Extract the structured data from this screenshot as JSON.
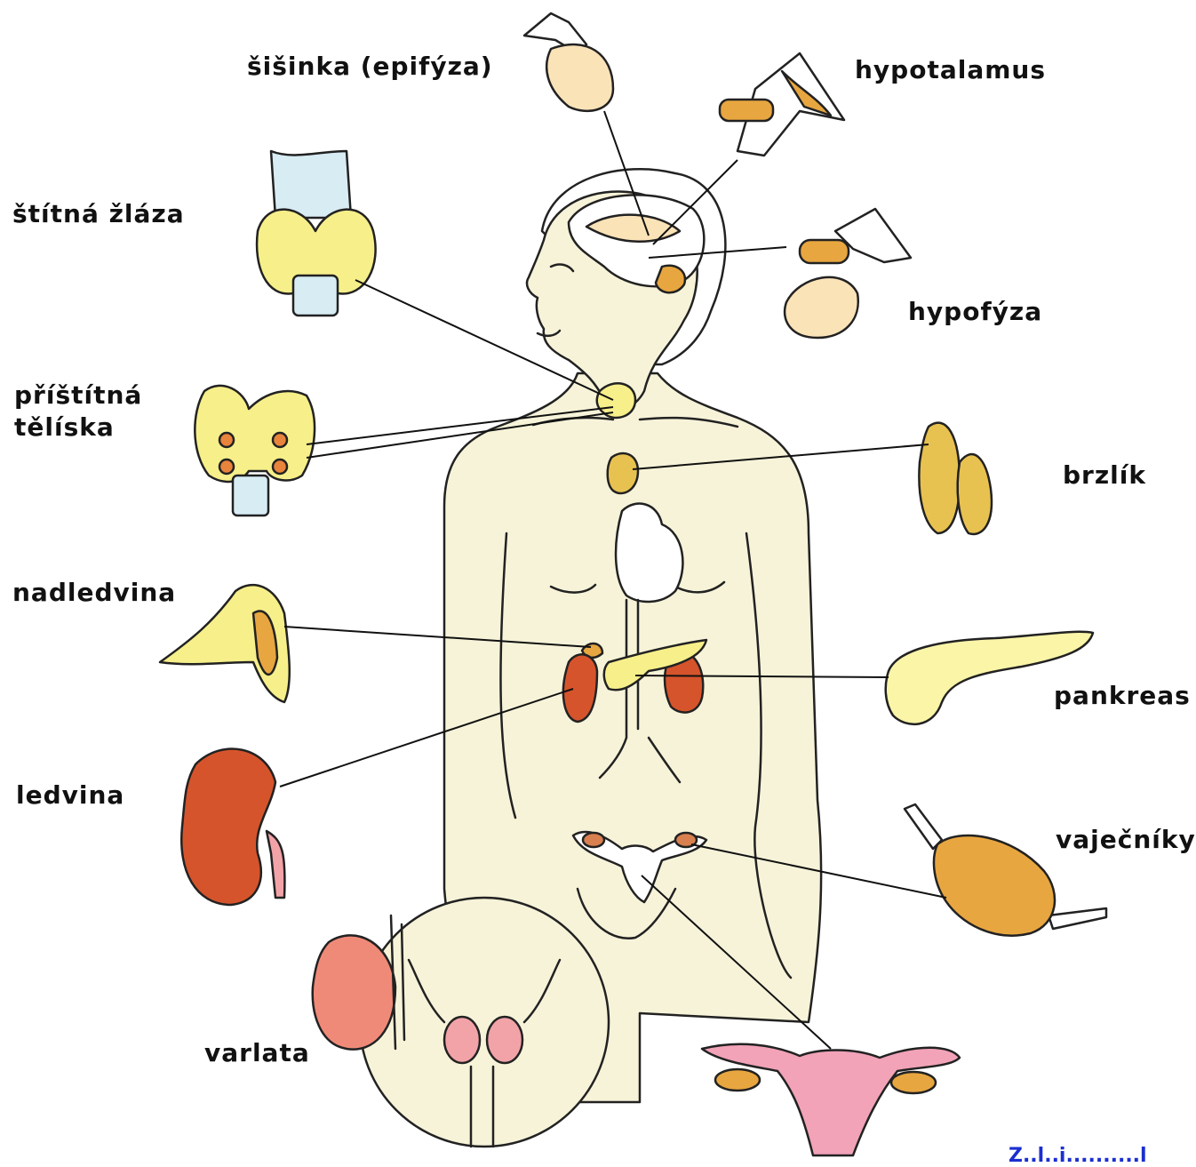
{
  "labels": {
    "pineal": "šišinka (epifýza)",
    "hypothalamus": "hypotalamus",
    "thyroid": "štítná žláza",
    "pituitary": "hypofýza",
    "parathyroid_line1": "příštítná",
    "parathyroid_line2": "tělíska",
    "thymus": "brzlík",
    "adrenal": "nadledvina",
    "pancreas": "pankreas",
    "kidney": "ledvina",
    "ovaries": "vaječníky",
    "testes": "varlata"
  },
  "source_fragment": "Z..l..i..........l",
  "colors": {
    "body_fill": "#f7f3d9",
    "outline": "#222222",
    "gland_yellow": "#f7ef8a",
    "gland_orange": "#e8a640",
    "kidney_red": "#d6542c",
    "reproductive_pink": "#f2a3b8",
    "cartilage_blue": "#d8ecf4"
  }
}
